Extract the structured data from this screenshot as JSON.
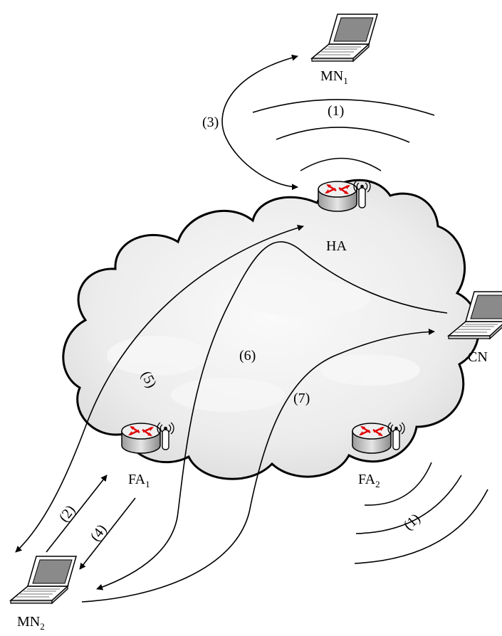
{
  "nodes": {
    "mn1": {
      "name": "MN",
      "sub": "1"
    },
    "mn2": {
      "name": "MN",
      "sub": "2"
    },
    "ha": {
      "name": "HA"
    },
    "fa1": {
      "name": "FA",
      "sub": "1"
    },
    "fa2": {
      "name": "FA",
      "sub": "2"
    },
    "cn": {
      "name": "CN"
    }
  },
  "steps": {
    "s1_top": "(1)",
    "s1_bottom": "(1)",
    "s2": "(2)",
    "s3": "(3)",
    "s4": "(4)",
    "s5": "(5)",
    "s6": "(6)",
    "s7": "(7)"
  },
  "colors": {
    "cloud_fill": "#e9e9e9",
    "router_body": "#d4d4d4",
    "router_arrows": "#e00000",
    "laptop_screen": "#8a8a8a"
  }
}
